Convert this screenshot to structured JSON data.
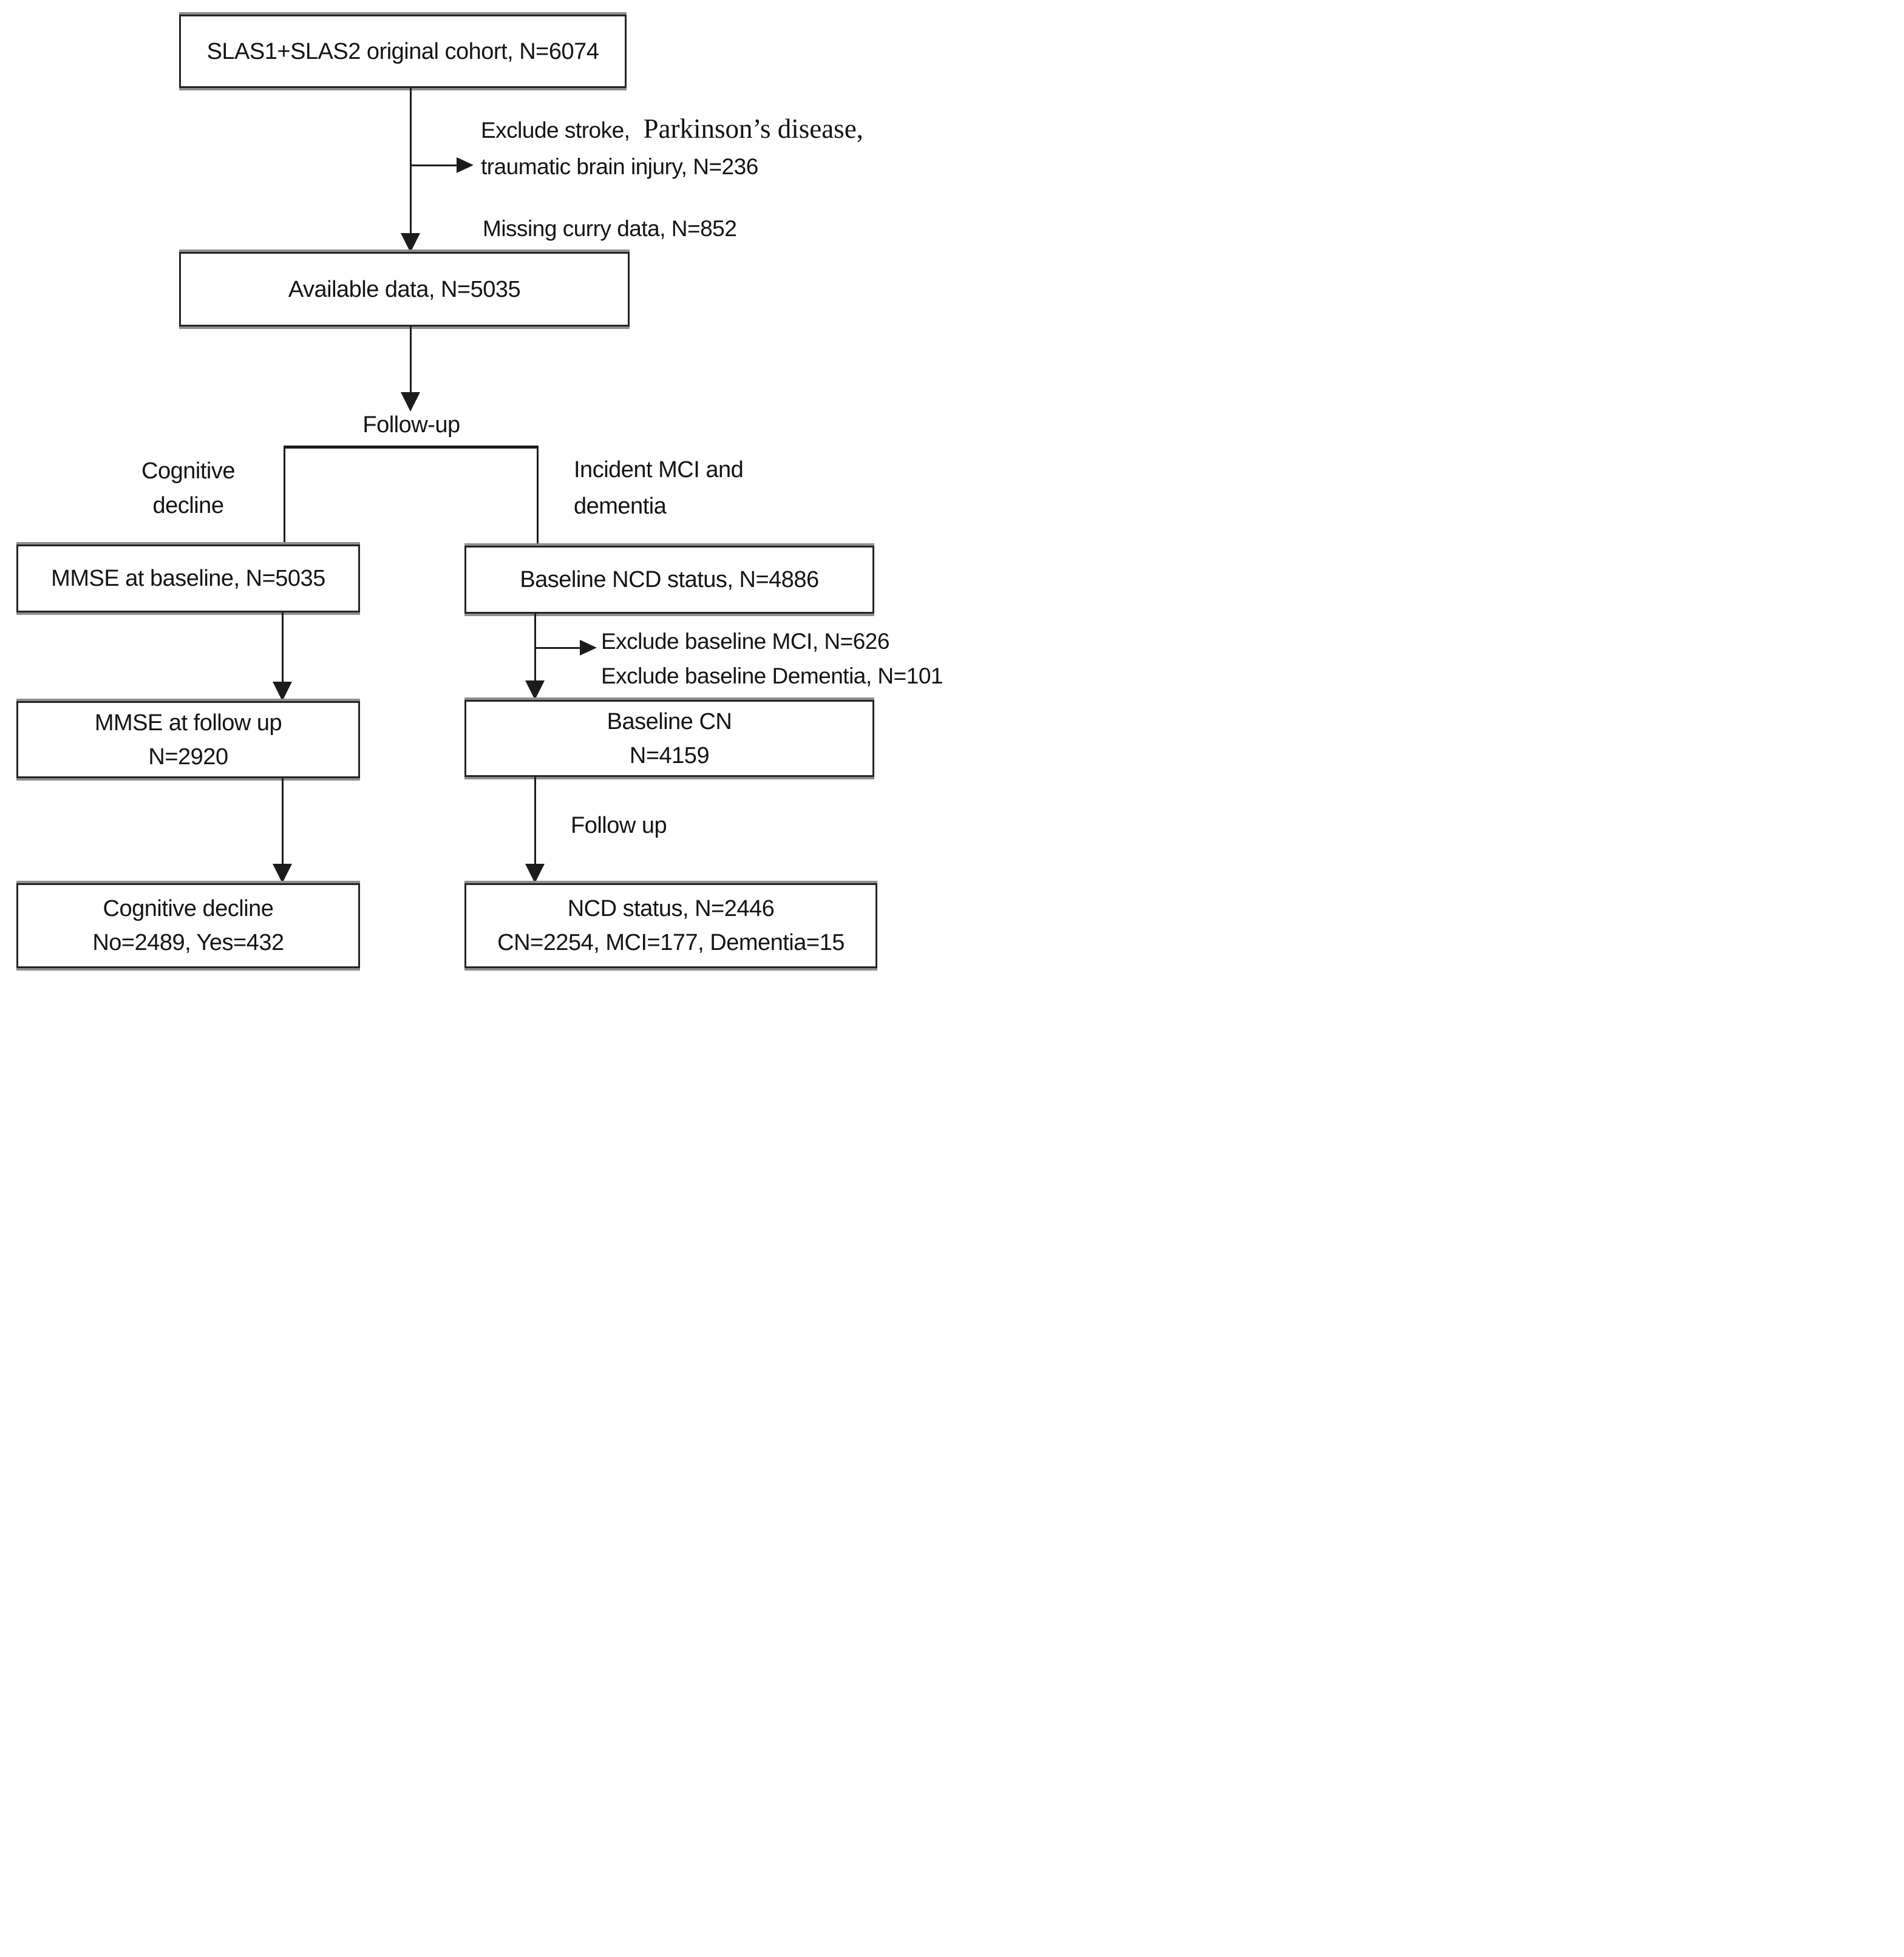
{
  "diagram": {
    "type": "cohort-flowchart",
    "colors": {
      "line": "#1c1c1c",
      "box_border": "#242424",
      "box_shadow": "#8f8f8f",
      "text": "#141414",
      "background": "#ffffff"
    },
    "boxes": {
      "cohort": {
        "label": "SLAS1+SLAS2 original cohort, N=6074"
      },
      "available": {
        "label": "Available data, N=5035"
      },
      "mmse_baseline": {
        "label": "MMSE at baseline, N=5035"
      },
      "ncd_status_baseline": {
        "label": "Baseline NCD status, N=4886"
      },
      "mmse_followup": {
        "line1": "MMSE at follow up",
        "line2": "N=2920"
      },
      "baseline_cn": {
        "line1": "Baseline CN",
        "line2": "N=4159"
      },
      "cognitive_decline_outcome": {
        "line1": "Cognitive decline",
        "line2": "No=2489, Yes=432"
      },
      "ncd_outcome": {
        "line1": "NCD status, N=2446",
        "line2": "CN=2254, MCI=177, Dementia=15"
      }
    },
    "labels": {
      "followup_top": {
        "text": "Follow-up"
      },
      "branch_left": {
        "line1": "Cognitive",
        "line2": "decline"
      },
      "branch_right": {
        "line1": "Incident MCI and",
        "line2": "dementia"
      },
      "followup_right": {
        "text": "Follow up"
      }
    },
    "notes": {
      "top_exclusion": {
        "line1_sans": "Exclude stroke,",
        "line1_serif": "Parkinson’s disease,",
        "line2": "traumatic brain injury, N=236"
      },
      "missing_data": {
        "text": "Missing curry data, N=852"
      },
      "baseline_exclusion": {
        "line1": "Exclude baseline MCI, N=626",
        "line2": "Exclude baseline Dementia, N=101"
      }
    }
  }
}
